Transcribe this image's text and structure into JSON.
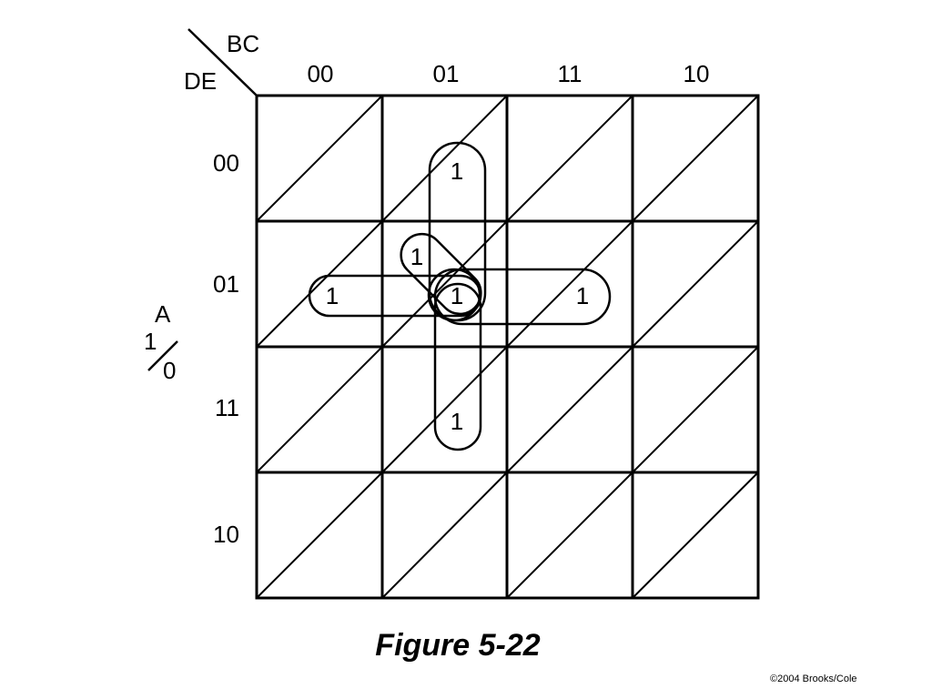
{
  "kmap": {
    "column_variables": "BC",
    "row_variables": "DE",
    "columns": [
      "00",
      "01",
      "11",
      "10"
    ],
    "rows": [
      "00",
      "01",
      "11",
      "10"
    ],
    "split_variable": "A",
    "split_top": "1",
    "split_bottom": "0",
    "cells": [
      {
        "value": "1"
      },
      {
        "value": "1"
      },
      {
        "value": "1"
      },
      {
        "value": "1"
      },
      {
        "value": "1"
      },
      {
        "value": "1"
      }
    ]
  },
  "caption": "Figure 5-22",
  "copyright": "©2004 Brooks/Cole"
}
